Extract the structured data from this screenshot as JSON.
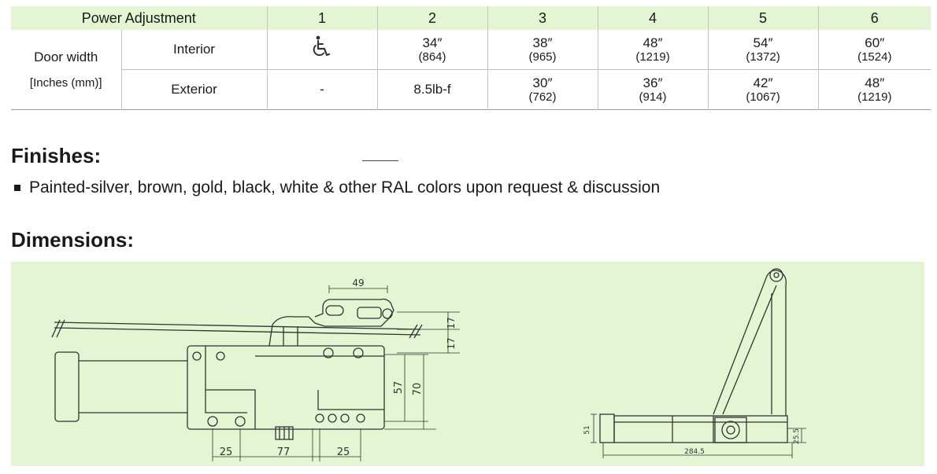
{
  "table": {
    "header_label": "Power Adjustment",
    "columns": [
      "1",
      "2",
      "3",
      "4",
      "5",
      "6"
    ],
    "group_label_line1": "Door width",
    "group_label_line2": "[Inches (mm)]",
    "rows": [
      {
        "label": "Interior",
        "cells": [
          {
            "icon": "wheelchair-icon"
          },
          {
            "main": "34″",
            "sub": "(864)"
          },
          {
            "main": "38″",
            "sub": "(965)"
          },
          {
            "main": "48″",
            "sub": "(1219)"
          },
          {
            "main": "54″",
            "sub": "(1372)"
          },
          {
            "main": "60″",
            "sub": "(1524)"
          }
        ]
      },
      {
        "label": "Exterior",
        "cells": [
          {
            "main": "-",
            "sub": ""
          },
          {
            "main": "8.5lb-f",
            "sub": ""
          },
          {
            "main": "30″",
            "sub": "(762)"
          },
          {
            "main": "36″",
            "sub": "(914)"
          },
          {
            "main": "42″",
            "sub": "(1067)"
          },
          {
            "main": "48″",
            "sub": "(1219)"
          }
        ]
      }
    ]
  },
  "finishes": {
    "heading": "Finishes:",
    "items": [
      "Painted-silver, brown, gold, black, white & other RAL colors upon request & discussion"
    ]
  },
  "dimensions": {
    "heading": "Dimensions:",
    "front_view": {
      "top_width": "49",
      "right_top_1": "17",
      "right_top_2": "17",
      "height_inner": "57",
      "height_outer": "70",
      "bottom_left": "25",
      "bottom_middle": "77",
      "bottom_right": "25"
    },
    "side_view": {
      "height": "51",
      "length": "284.5",
      "right_height": "25.5"
    }
  },
  "colors": {
    "header_bg": "#e3f5d3",
    "panel_bg": "#e3f5d3",
    "line": "#333333"
  }
}
